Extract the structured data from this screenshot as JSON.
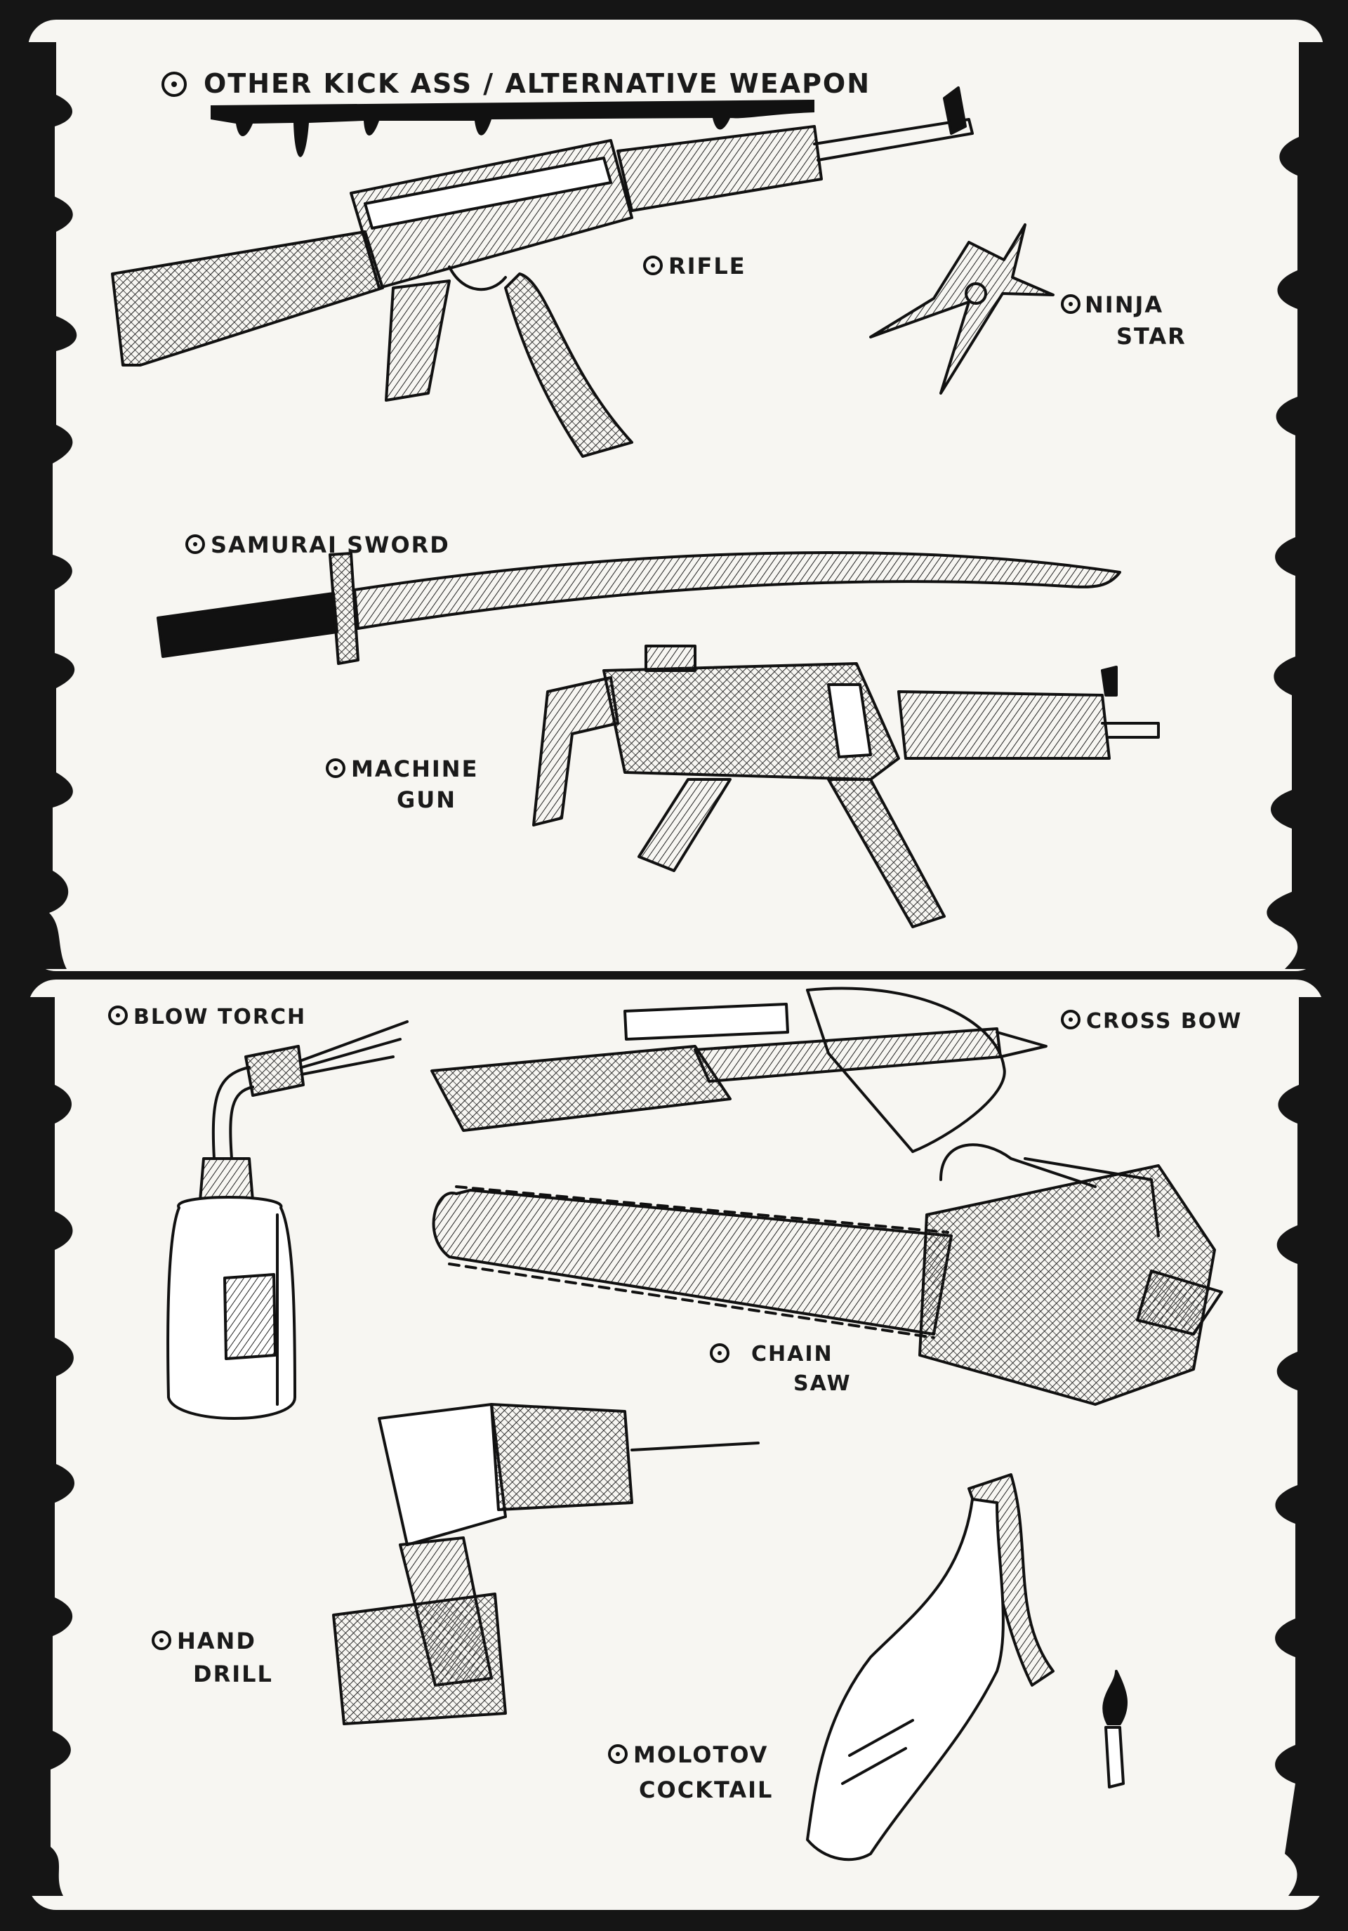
{
  "heading": "OTHER KICK ASS / ALTERNATIVE WEAPON",
  "labels": {
    "rifle": "RIFLE",
    "ninja_star_1": "NINJA",
    "ninja_star_2": "STAR",
    "samurai_sword": "SAMURAI SWORD",
    "machine_gun_1": "MACHINE",
    "machine_gun_2": "GUN",
    "blow_torch": "BLOW TORCH",
    "cross_bow": "CROSS BOW",
    "chain_saw_1": "CHAIN",
    "chain_saw_2": "SAW",
    "hand_drill_1": "HAND",
    "hand_drill_2": "DRILL",
    "molotov_1": "MOLOTOV",
    "molotov_2": "COCKTAIL"
  },
  "colors": {
    "paper": "#f7f6f2",
    "ink": "#111111",
    "page_edge": "#1a1a1a"
  }
}
